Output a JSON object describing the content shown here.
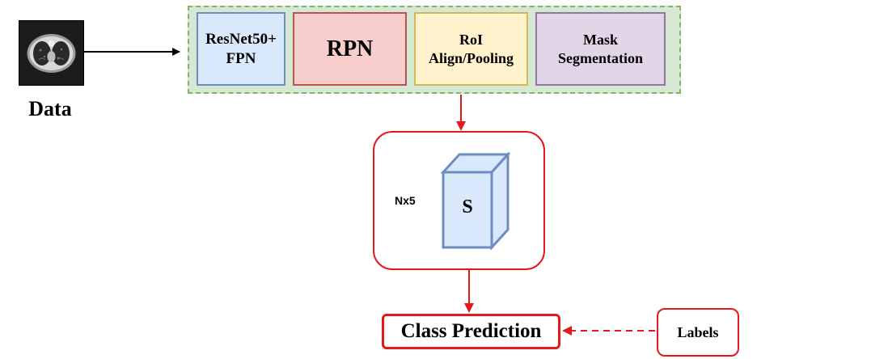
{
  "input": {
    "label": "Data",
    "image_icon": "ct-scan-image"
  },
  "pipeline": {
    "stages": [
      {
        "label": "ResNet50+\nFPN",
        "color": "#dae8fc",
        "border": "#6c8ebf"
      },
      {
        "label": "RPN",
        "color": "#f8cecc",
        "border": "#b85450"
      },
      {
        "label": "RoI\nAlign/Pooling",
        "color": "#fff2cc",
        "border": "#d6b656"
      },
      {
        "label": "Mask\nSegmentation",
        "color": "#e1d5e7",
        "border": "#9673a6"
      }
    ],
    "container_color": "#d5e8d4",
    "container_border": "#82b366"
  },
  "feature": {
    "dim_label": "Nx5",
    "cube_label": "S",
    "cube_color": "#dae8fc",
    "cube_border": "#6c8ebf"
  },
  "output": {
    "class_prediction": "Class Prediction",
    "labels": "Labels"
  },
  "colors": {
    "arrow_red": "#e3191b",
    "arrow_black": "#000000"
  }
}
